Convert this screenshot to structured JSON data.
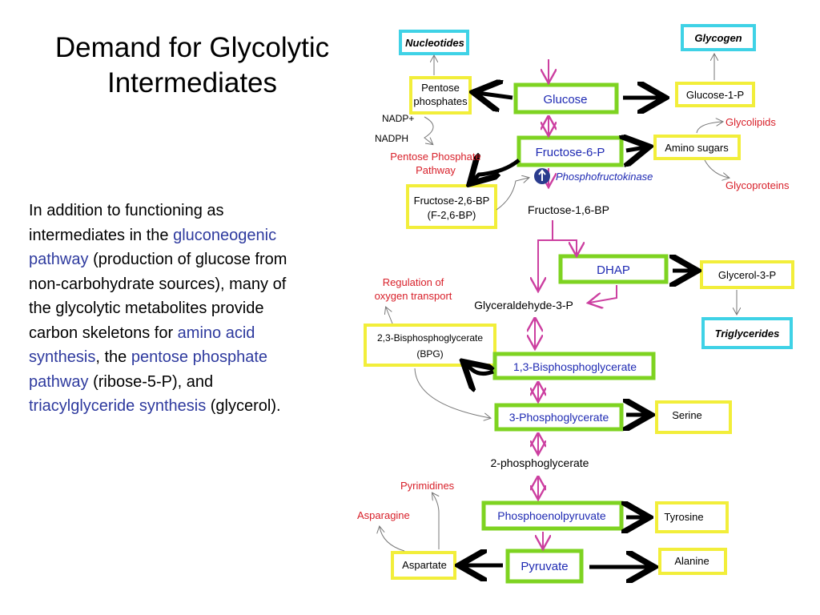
{
  "title": "Demand for Glycolytic Intermediates",
  "body": {
    "intro": "In addition to functioning as intermediates in the",
    "link1": "gluconeogenic pathway",
    "mid1": "(production of glucose from non-carbohydrate sources), many of the glycolytic metabolites provide carbon skeletons for",
    "link2": "amino acid synthesis",
    "mid2": ", the",
    "link3": "pentose phosphate pathway",
    "mid3": "(ribose-5-P), and",
    "link4": "triacylglyceride synthesis",
    "end": "(glycerol)."
  },
  "diagram": {
    "nucleotides": "Nucleotides",
    "glycogen": "Glycogen",
    "pentose_line1": "Pentose",
    "pentose_line2": "phosphates",
    "glucose": "Glucose",
    "glucose_1p": "Glucose-1-P",
    "nadp_plus": "NADP+",
    "nadph": "NADPH",
    "ppp_line1": "Pentose Phosphate",
    "ppp_line2": "Pathway",
    "fructose_6p": "Fructose-6-P",
    "amino_sugars": "Amino sugars",
    "glycolipids": "Glycolipids",
    "glycoproteins": "Glycoproteins",
    "pfk": "Phosphofructokinase",
    "f26bp_line1": "Fructose-2,6-BP",
    "f26bp_line2": "(F-2,6-BP)",
    "f16bp": "Fructose-1,6-BP",
    "dhap": "DHAP",
    "glycerol_3p": "Glycerol-3-P",
    "triglycerides": "Triglycerides",
    "reg_line1": "Regulation of",
    "reg_line2": "oxygen transport",
    "gap": "Glyceraldehyde-3-P",
    "bpg23_line1": "2,3-Bisphosphoglycerate",
    "bpg23_line2": "(BPG)",
    "bpg13": "1,3-Bisphosphoglycerate",
    "pg3": "3-Phosphoglycerate",
    "serine": "Serine",
    "pg2": "2-phosphoglycerate",
    "pyrimidines": "Pyrimidines",
    "asparagine": "Asparagine",
    "pep": "Phosphoenolpyruvate",
    "tyrosine": "Tyrosine",
    "aspartate": "Aspartate",
    "pyruvate": "Pyruvate",
    "alanine": "Alanine"
  },
  "colors": {
    "green_box": "#7ed321",
    "yellow_box": "#f2ee3a",
    "cyan_box": "#3fd2e6",
    "pink_arrow": "#cc3fa0",
    "red_text": "#d8202a",
    "blue_text": "#1f2ab3",
    "gray_arrow": "#777777",
    "black_arrow": "#000000"
  }
}
